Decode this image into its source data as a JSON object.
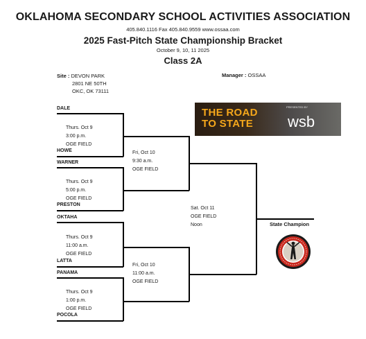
{
  "header": {
    "org": "OKLAHOMA SECONDARY SCHOOL ACTIVITIES ASSOCIATION",
    "contact": "405.840.1116   Fax 405.840.9559  www.ossaa.com",
    "title": "2025 Fast-Pitch State Championship Bracket",
    "dates": "October 9, 10, 11  2025",
    "class": "Class 2A"
  },
  "site": {
    "label": "Site :",
    "name": "DEVON PARK",
    "address1": "2801 NE 50TH",
    "address2": "OKC, OK 73111"
  },
  "manager": {
    "label": "Manager :",
    "name": "OSSAA"
  },
  "round1": [
    {
      "team_top": "DALE",
      "team_bottom": "HOWE",
      "date": "Thurs. Oct 9",
      "time": "3:00 p.m.",
      "field": "OGE FIELD"
    },
    {
      "team_top": "WARNER",
      "team_bottom": "PRESTON",
      "date": "Thurs. Oct 9",
      "time": "5:00 p.m.",
      "field": "OGE FIELD"
    },
    {
      "team_top": "OKTAHA",
      "team_bottom": "LATTA",
      "date": "Thurs. Oct 9",
      "time": "11:00 a.m.",
      "field": "OGE FIELD"
    },
    {
      "team_top": "PANAMA",
      "team_bottom": "POCOLA",
      "date": "Thurs. Oct 9",
      "time": "1:00 p.m.",
      "field": "OGE FIELD"
    }
  ],
  "semis": [
    {
      "date": "Fri, Oct 10",
      "time": "9:30 a.m.",
      "field": "OGE FIELD"
    },
    {
      "date": "Fri, Oct 10",
      "time": "11:00 a.m.",
      "field": "OGE FIELD"
    }
  ],
  "final": {
    "date": "Sat. Oct 11",
    "field": "OGE FIELD",
    "time": "Noon"
  },
  "champion_label": "State Champion",
  "banner": {
    "line1": "THE ROAD",
    "line2": "TO STATE",
    "presented": "PRESENTED BY",
    "sponsor": "wsb"
  },
  "colors": {
    "banner_text": "#f5a71b",
    "seal_red": "#c8281e"
  }
}
